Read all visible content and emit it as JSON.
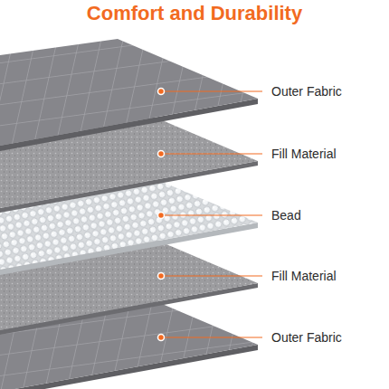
{
  "diagram": {
    "title": "Comfort and Durability",
    "labels": [
      "Outer Fabric",
      "Fill Material",
      "Bead",
      "Fill Material",
      "Outer Fabric"
    ]
  }
}
